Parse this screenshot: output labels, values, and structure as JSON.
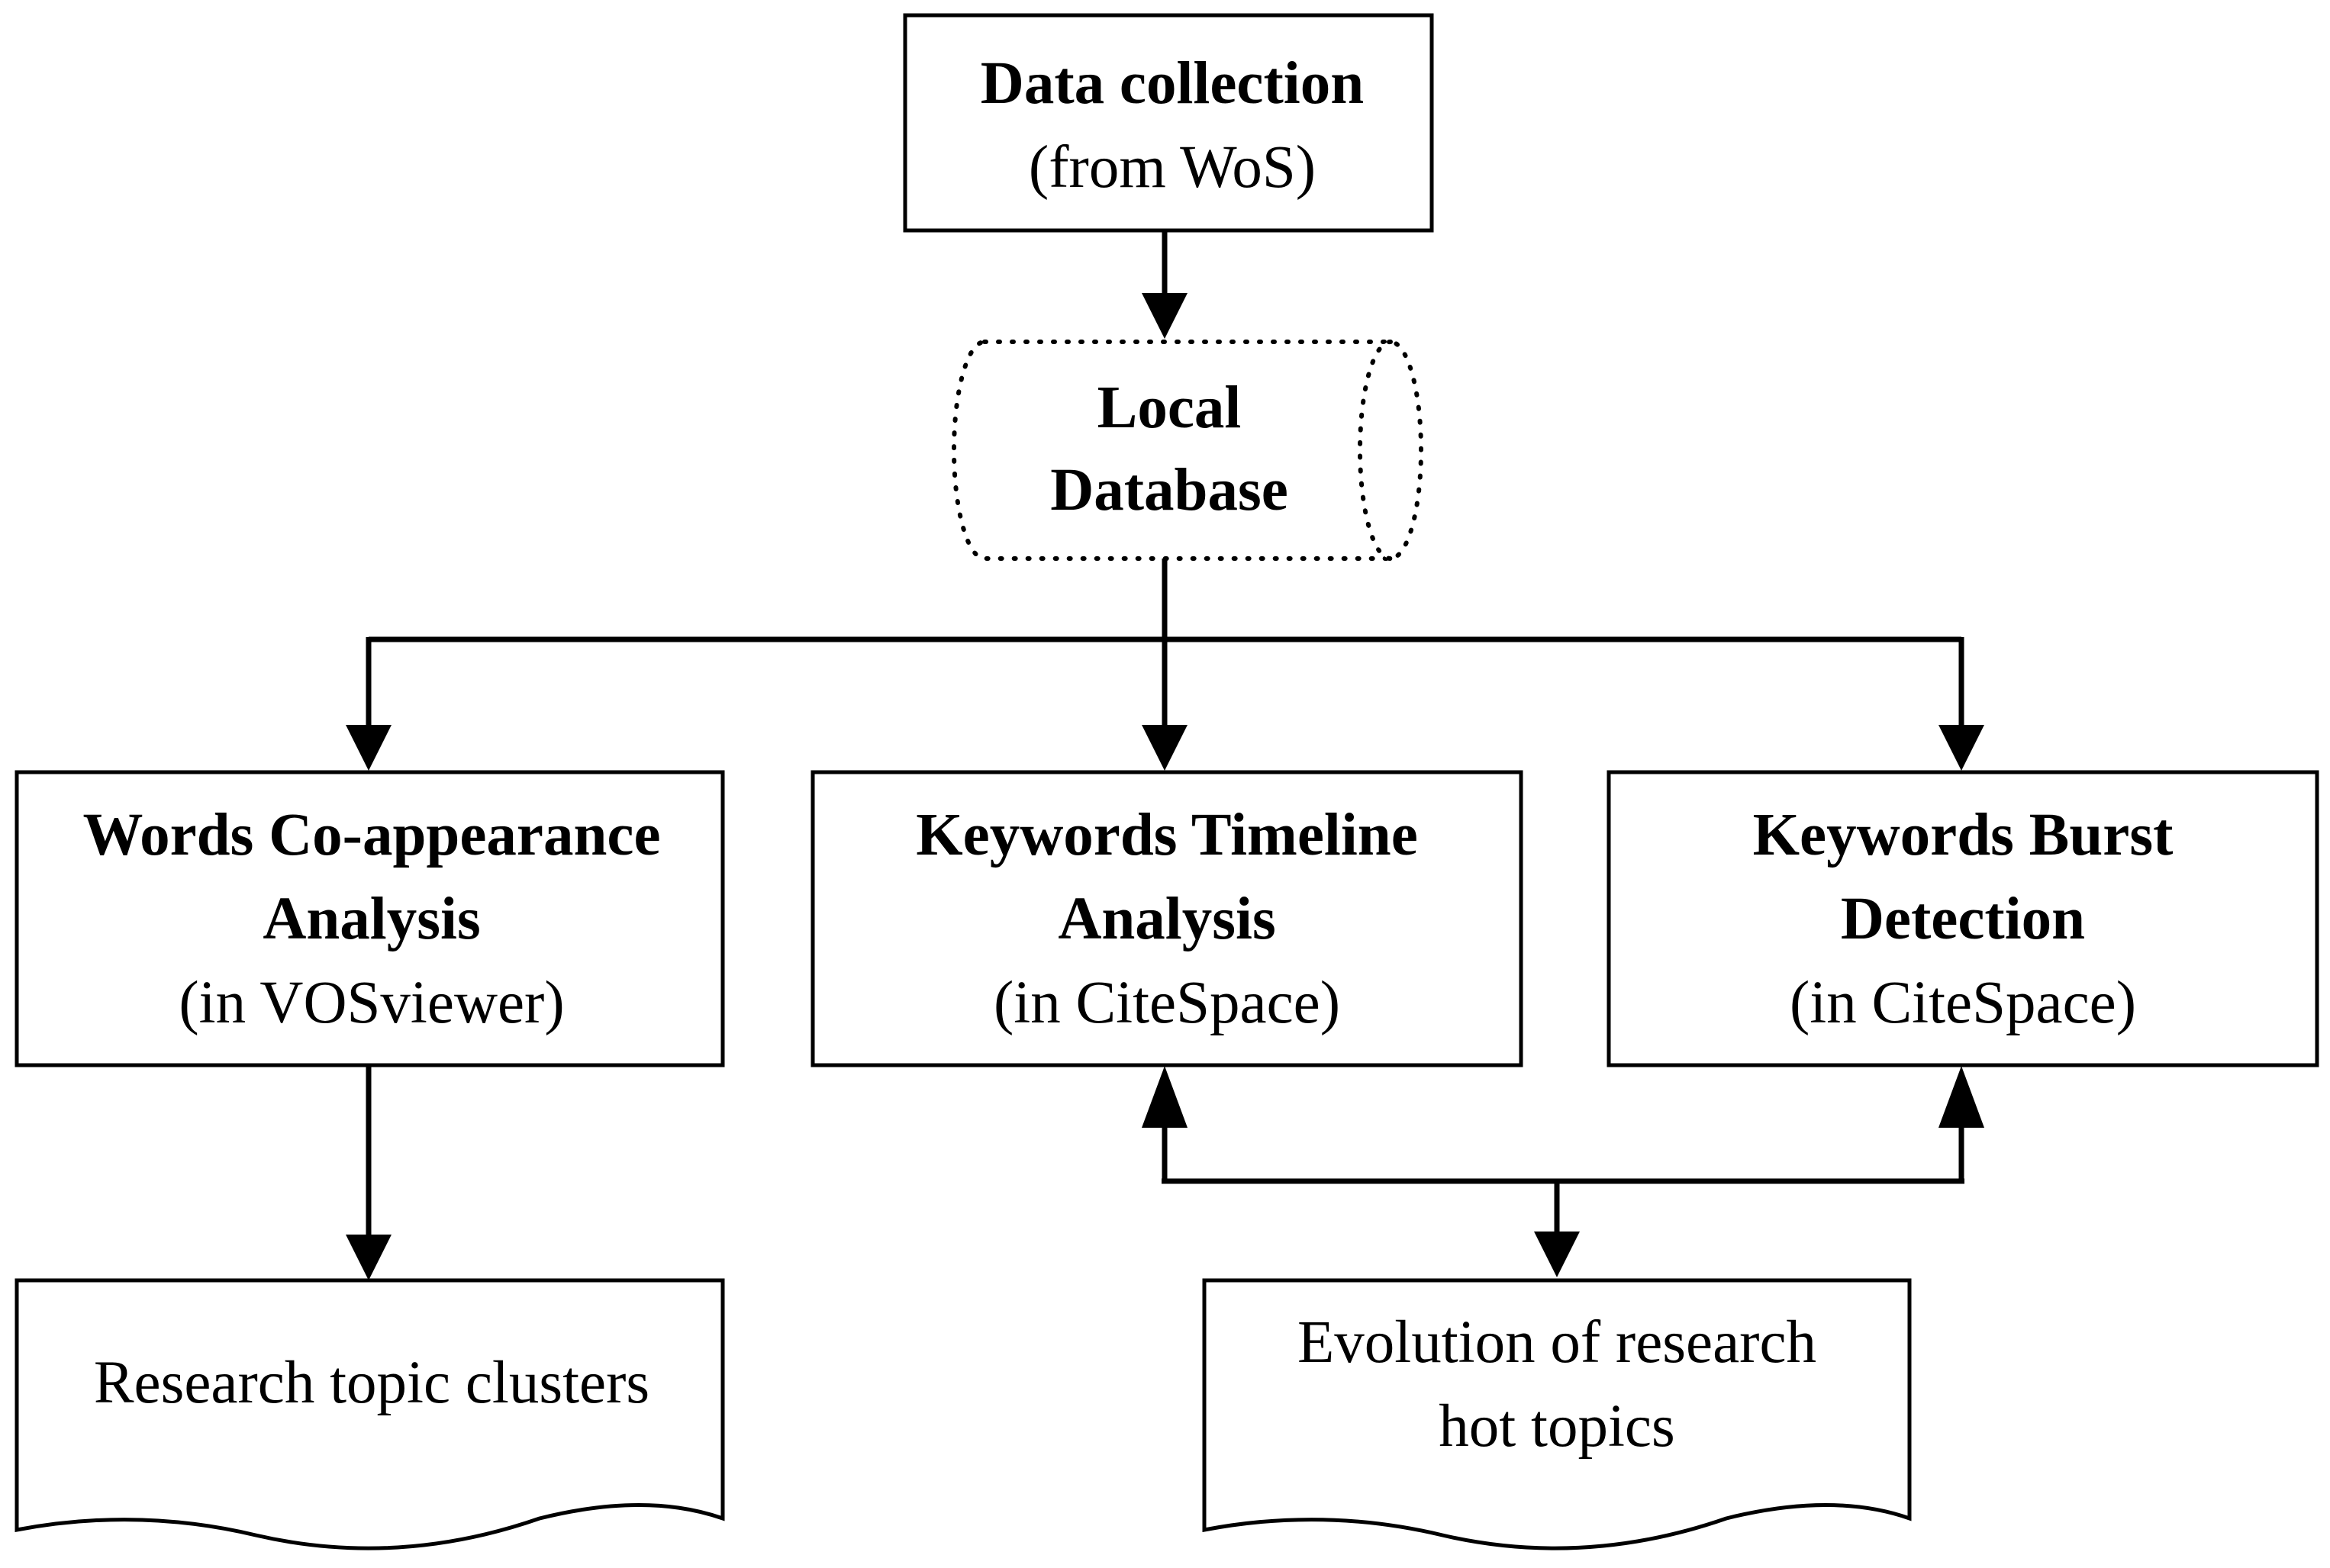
{
  "nodes": {
    "data_collection": {
      "title": "Data collection",
      "subtitle": "(from WoS)"
    },
    "local_database": {
      "line1": "Local",
      "line2": "Database"
    },
    "cooccurrence": {
      "line1": "Words Co-appearance",
      "line2": "Analysis",
      "tool": "(in VOSviewer)"
    },
    "timeline": {
      "line1": "Keywords Timeline",
      "line2": "Analysis",
      "tool": "(in CiteSpace)"
    },
    "burst": {
      "line1": "Keywords Burst",
      "line2": "Detection",
      "tool": "(in CiteSpace)"
    },
    "clusters_output": {
      "text": "Research topic clusters"
    },
    "evolution_output": {
      "line1": "Evolution of research",
      "line2": "hot topics"
    }
  }
}
